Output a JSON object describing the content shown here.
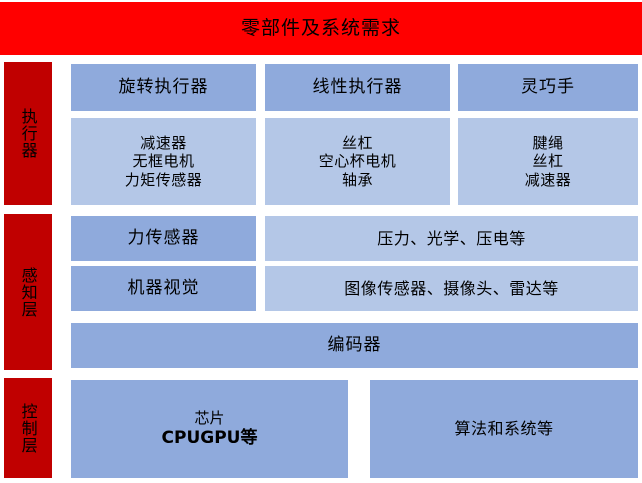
{
  "title": {
    "text": "零部件及系统需求",
    "background": "#ff0000",
    "text_color": "#000000"
  },
  "palette": {
    "banner_red": "#ff0000",
    "sidebar_red": "#c00000",
    "blue_dark": "#8faadc",
    "blue_light": "#b4c7e7",
    "page_background": "#ffffff"
  },
  "sidebar": {
    "items": [
      {
        "label": "执行器"
      },
      {
        "label": "感知层"
      },
      {
        "label": "控制层"
      }
    ]
  },
  "actuator_layer": {
    "headers": [
      {
        "label": "旋转执行器"
      },
      {
        "label": "线性执行器"
      },
      {
        "label": "灵巧手"
      }
    ],
    "details": [
      {
        "label": "减速器\n无框电机\n力矩传感器"
      },
      {
        "label": "丝杠\n空心杯电机\n轴承"
      },
      {
        "label": "腱绳\n丝杠\n减速器"
      }
    ]
  },
  "perception_layer": {
    "rows": [
      {
        "category": "力传感器",
        "items": "压力、光学、压电等"
      },
      {
        "category": "机器视觉",
        "items": "图像传感器、摄像头、雷达等"
      }
    ],
    "encoder": {
      "label": "编码器"
    }
  },
  "control_layer": {
    "boxes": [
      {
        "line1": "芯片",
        "line2": "CPUGPU等"
      },
      {
        "label": "算法和系统等"
      }
    ]
  }
}
